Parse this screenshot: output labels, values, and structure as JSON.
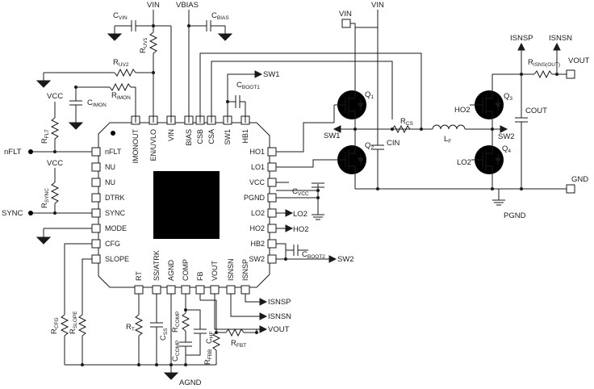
{
  "left_pins": [
    {
      "name": "nFLT"
    },
    {
      "name": "NU"
    },
    {
      "name": "NU"
    },
    {
      "name": "DTRK"
    },
    {
      "name": "SYNC"
    },
    {
      "name": "MODE"
    },
    {
      "name": "CFG"
    },
    {
      "name": "SLOPE"
    }
  ],
  "right_pins": [
    {
      "name": "HO1"
    },
    {
      "name": "LO1"
    },
    {
      "name": "VCC"
    },
    {
      "name": "PGND"
    },
    {
      "name": "LO2"
    },
    {
      "name": "HO2"
    },
    {
      "name": "HB2"
    },
    {
      "name": "SW2"
    }
  ],
  "top_pins": [
    {
      "name": "IMONOUT"
    },
    {
      "name": "EN/UVLO"
    },
    {
      "name": "VIN"
    },
    {
      "name": "BIAS"
    },
    {
      "name": "CSB"
    },
    {
      "name": "CSA"
    },
    {
      "name": "SW1"
    },
    {
      "name": "HB1"
    }
  ],
  "bottom_pins": [
    {
      "name": "RT"
    },
    {
      "name": "SS/ATRK"
    },
    {
      "name": "AGND"
    },
    {
      "name": "COMP"
    },
    {
      "name": "FB"
    },
    {
      "name": "VOUT"
    },
    {
      "name": "ISNSN"
    },
    {
      "name": "ISNSP"
    }
  ],
  "labels": {
    "vin_top": "VIN",
    "vbias": "VBIAS",
    "vin_right1": "VIN",
    "vin_right2": "VIN",
    "vcc_top": "VCC",
    "vcc_mid": "VCC",
    "nflt_ext": "nFLT",
    "sync_ext": "SYNC",
    "agnd": "AGND",
    "pgnd": "PGND",
    "gnd": "GND",
    "vout_right": "VOUT",
    "isnsp_top": "ISNSP",
    "isnsn_top": "ISNSN",
    "sw1_top": "SW1",
    "sw1_mid": "SW1",
    "sw2_mid": "SW2",
    "sw2_out": "SW2",
    "lo2_out": "LO2",
    "ho2_out": "HO2",
    "ho2_gate": "HO2",
    "lo2_gate": "LO2",
    "isnsp_out": "ISNSP",
    "isnsn_out": "ISNSN",
    "vout_out": "VOUT",
    "cin": "CIN",
    "cout": "COUT",
    "q1": "Q",
    "q1_sub": "1",
    "q2": "Q",
    "q2_sub": "2",
    "q3": "Q",
    "q3_sub": "3",
    "q4": "Q",
    "q4_sub": "4",
    "cvin": "C",
    "cvin_sub": "VIN",
    "cbias": "C",
    "cbias_sub": "BIAS",
    "ruv1": "R",
    "ruv1_sub": "UV1",
    "ruv2": "R",
    "ruv2_sub": "UV2",
    "rimon": "R",
    "rimon_sub": "IMON",
    "cimon": "C",
    "cimon_sub": "IMON",
    "rflt": "R",
    "rflt_sub": "FLT",
    "rsync": "R",
    "rsync_sub": "SYNC",
    "rcs": "R",
    "rcs_sub": "CS",
    "lf": "L",
    "lf_sub": "F",
    "cboot1": "C",
    "cboot1_sub": "BOOT1",
    "cboot2": "C",
    "cboot2_sub": "BOOT2",
    "cvcc": "C",
    "cvcc_sub": "VCC",
    "risns": "R",
    "risns_sub": "ISNS(OUT)",
    "rcfg": "R",
    "rcfg_sub": "CFG",
    "rslope": "R",
    "rslope_sub": "SLOPE",
    "rt": "R",
    "rt_sub": "T",
    "css": "C",
    "css_sub": "SS",
    "rcomp": "R",
    "rcomp_sub": "COMP",
    "ccomp": "C",
    "ccomp_sub": "COMP",
    "chf": "C",
    "chf_sub": "HF",
    "rfbt": "R",
    "rfbt_sub": "FBT",
    "rfbb": "R",
    "rfbb_sub": "FBB"
  }
}
